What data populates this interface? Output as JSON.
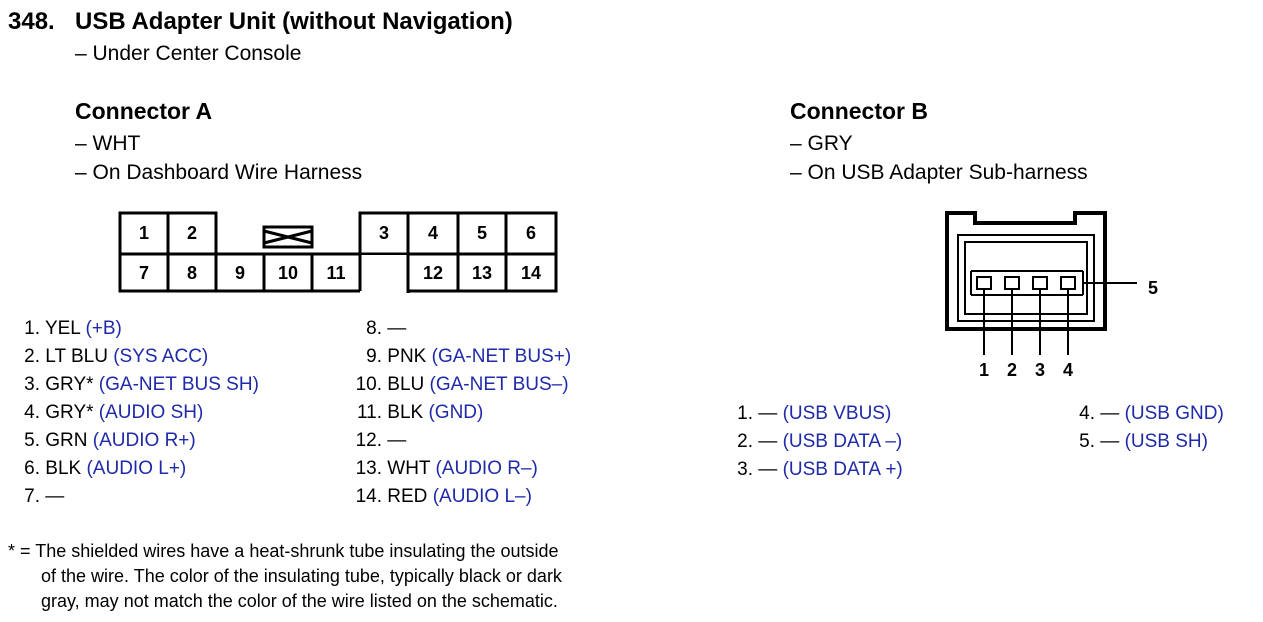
{
  "title": {
    "number": "348.",
    "name": "USB Adapter Unit (without Navigation)",
    "location": "– Under Center Console"
  },
  "connector_a": {
    "heading": "Connector A",
    "color_line": "– WHT",
    "location_line": "– On Dashboard Wire Harness",
    "diagram_cells": [
      "1",
      "2",
      "3",
      "4",
      "5",
      "6",
      "7",
      "8",
      "9",
      "10",
      "11",
      "12",
      "13",
      "14"
    ],
    "pins_left": [
      {
        "num": "1.",
        "wire": "YEL",
        "func": "(+B)"
      },
      {
        "num": "2.",
        "wire": "LT BLU",
        "func": "(SYS ACC)"
      },
      {
        "num": "3.",
        "wire": "GRY*",
        "func": "(GA-NET BUS SH)"
      },
      {
        "num": "4.",
        "wire": "GRY*",
        "func": "(AUDIO SH)"
      },
      {
        "num": "5.",
        "wire": "GRN",
        "func": "(AUDIO R+)"
      },
      {
        "num": "6.",
        "wire": "BLK",
        "func": "(AUDIO L+)"
      },
      {
        "num": "7.",
        "wire": "—",
        "func": ""
      }
    ],
    "pins_right": [
      {
        "num": "8.",
        "wire": "—",
        "func": ""
      },
      {
        "num": "9.",
        "wire": "PNK",
        "func": "(GA-NET BUS+)"
      },
      {
        "num": "10.",
        "wire": "BLU",
        "func": "(GA-NET BUS–)"
      },
      {
        "num": "11.",
        "wire": "BLK",
        "func": "(GND)"
      },
      {
        "num": "12.",
        "wire": "—",
        "func": ""
      },
      {
        "num": "13.",
        "wire": "WHT",
        "func": "(AUDIO R–)"
      },
      {
        "num": "14.",
        "wire": "RED",
        "func": "(AUDIO L–)"
      }
    ]
  },
  "connector_b": {
    "heading": "Connector B",
    "color_line": "– GRY",
    "location_line": "– On USB Adapter Sub-harness",
    "diagram_labels": [
      "1",
      "2",
      "3",
      "4",
      "5"
    ],
    "pins_left": [
      {
        "num": "1.",
        "wire": "—",
        "func": "(USB VBUS)"
      },
      {
        "num": "2.",
        "wire": "—",
        "func": "(USB DATA –)"
      },
      {
        "num": "3.",
        "wire": "—",
        "func": "(USB DATA +)"
      }
    ],
    "pins_right": [
      {
        "num": "4.",
        "wire": "—",
        "func": "(USB GND)"
      },
      {
        "num": "5.",
        "wire": "—",
        "func": "(USB SH)"
      }
    ]
  },
  "footnote": {
    "line1": "* = The shielded wires have a heat-shrunk tube insulating the outside",
    "line2": "of the wire. The color of the insulating tube, typically black or dark",
    "line3": "gray, may not match the color of the wire listed on the schematic."
  },
  "colors": {
    "function_text": "#1f2aa8",
    "lines": "#000000"
  }
}
